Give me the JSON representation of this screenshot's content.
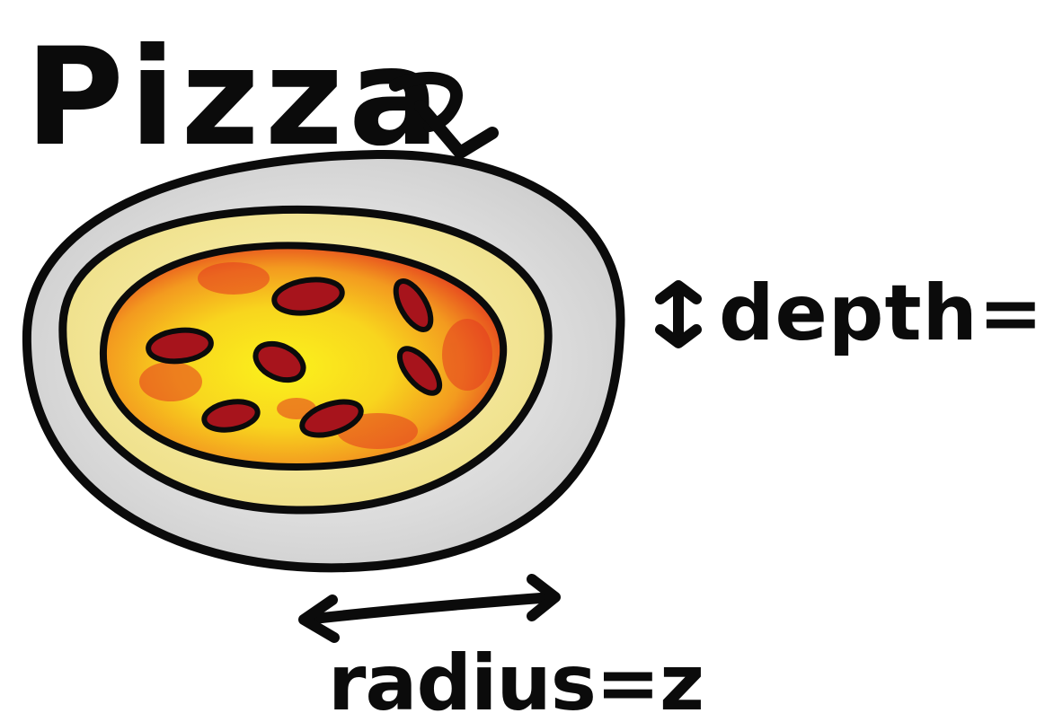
{
  "title": "Pizza",
  "depth_label": "depth=a",
  "radius_label": "radius=z",
  "colors": {
    "outline": "#0b0b0b",
    "plate": "#d9d9d9",
    "plate_highlight": "#eeeeee",
    "crust": "#f4eaa0",
    "sauce_yellow": "#f7e92a",
    "sauce_orange": "#f39a1f",
    "sauce_red": "#e4391f",
    "pepperoni": "#a7141c"
  }
}
